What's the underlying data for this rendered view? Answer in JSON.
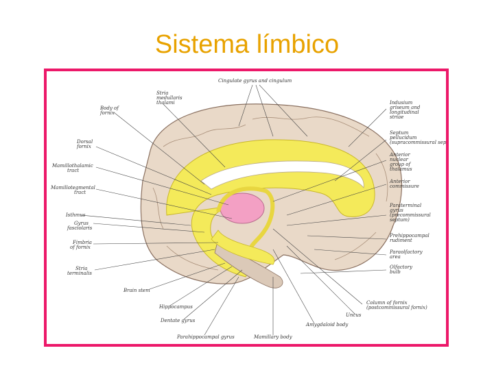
{
  "slide": {
    "title": "Sistema límbico"
  },
  "colors": {
    "title": "#e8a200",
    "frame": "#ec1869",
    "limbic": "#f4ea5a",
    "thalamus": "#f3a0c4"
  },
  "labels": {
    "cingulate": "Cingulate gyrus and cingulum",
    "stria_medullaris": [
      "Stria",
      "medullaris",
      "thalami"
    ],
    "body_fornix": [
      "Body of",
      "fornix"
    ],
    "dorsal_fornix": [
      "Dorsal",
      "fornix"
    ],
    "mamillothalamic": [
      "Mamillothalamic",
      "tract"
    ],
    "mamillotegmental": [
      "Mamillotegmental",
      "tract"
    ],
    "isthmus": "Isthmus",
    "gyrus_fasciolaris": [
      "Gyrus",
      "fasciolaris"
    ],
    "fimbria": [
      "Fimbria",
      "of fornix"
    ],
    "stria_terminalis": [
      "Stria",
      "terminalis"
    ],
    "brain_stem": "Brain stem",
    "hippocampus": "Hippocampus",
    "dentate": "Dentate gyrus",
    "parahippocampal": "Parahippocampal gyrus",
    "mamillary": "Mamillary body",
    "amygdaloid": "Amygdaloid body",
    "uncus": "Uncus",
    "column_fornix": [
      "Column of fornix",
      "(postcommissural fornix)"
    ],
    "olfactory": [
      "Olfactory",
      "bulb"
    ],
    "paraolfactory": [
      "Paraolfactory",
      "area"
    ],
    "prehippocampal": [
      "Prehippocampal",
      "rudiment"
    ],
    "paraterminal": [
      "Paraterminal",
      "gyrus",
      "(precommissural",
      "septum)"
    ],
    "anterior_commissure": [
      "Anterior",
      "commissure"
    ],
    "anterior_nuclear": [
      "Anterior",
      "nuclear",
      "group of",
      "thalamus"
    ],
    "septum": [
      "Septum",
      "pellucidum",
      "(supracommissural septum)"
    ],
    "indusium": [
      "Indusium",
      "griseum and",
      "longitudinal",
      "striae"
    ]
  }
}
